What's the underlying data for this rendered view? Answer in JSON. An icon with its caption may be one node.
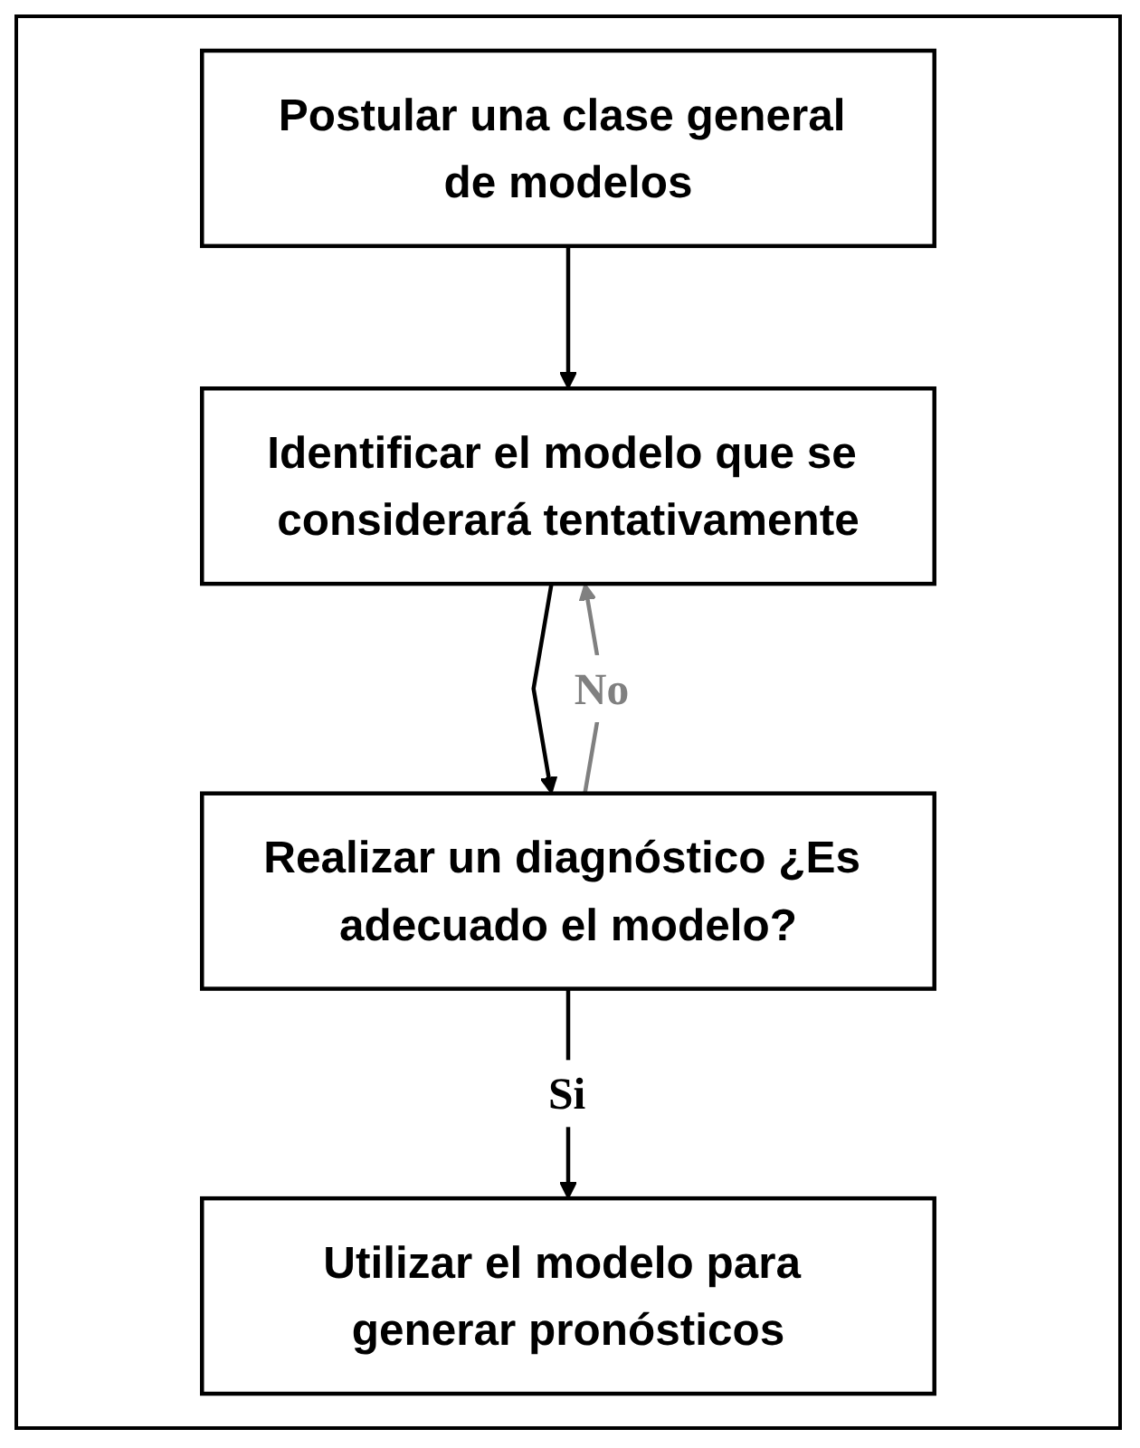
{
  "diagram": {
    "nodes": [
      {
        "text": [
          "Postular una clase general de modelos"
        ]
      },
      {
        "text": [
          "Identificar el modelo que se considerará tentativamente"
        ]
      },
      {
        "text": [
          "Realizar un diagnóstico ¿Es adecuado el modelo?"
        ]
      },
      {
        "text": [
          "Utilizar el modelo para generar pronósticos"
        ]
      }
    ],
    "edges": [
      {
        "from": 0,
        "to": 1,
        "arrow": "to"
      },
      {
        "from": 1,
        "to": 2,
        "arrow": "to"
      },
      {
        "from": 2,
        "to": 1,
        "arrow": "to",
        "label": "No",
        "color": "#808080"
      },
      {
        "from": 2,
        "to": 3,
        "arrow": "to",
        "label": "Si"
      }
    ]
  }
}
